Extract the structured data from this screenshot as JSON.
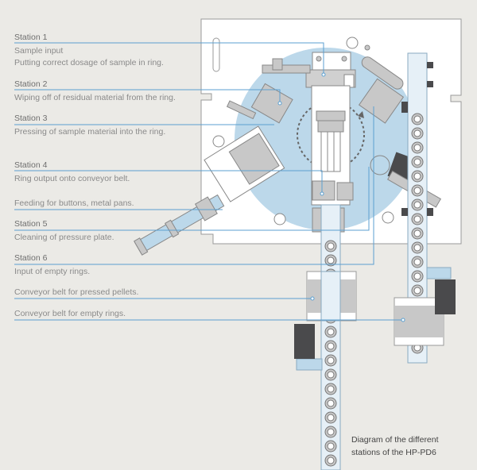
{
  "labels": {
    "station1_title": "Station 1",
    "station1_line1": "Sample input",
    "station1_line2": "Putting correct dosage of sample in ring.",
    "station2_title": "Station 2",
    "station2_line1": "Wiping off of residual material from the ring.",
    "station3_title": "Station 3",
    "station3_line1": "Pressing of sample material into the ring.",
    "station4_title": "Station 4",
    "station4_line1": "Ring output onto conveyor belt.",
    "feeding": "Feeding for buttons, metal pans.",
    "station5_title": "Station 5",
    "station5_line1": "Cleaning of pressure plate.",
    "station6_title": "Station 6",
    "station6_line1": "Input of empty rings.",
    "conveyor_pressed": "Conveyor belt for pressed pellets.",
    "conveyor_empty": "Conveyor belt for empty rings."
  },
  "caption": {
    "line1": "Diagram of the different",
    "line2": "stations of the HP-PD6"
  },
  "colors": {
    "background": "#ebeae6",
    "leader_line": "#5b9fd0",
    "rotor": "#bcd8ea",
    "part_gray": "#c8c8c8",
    "dark_motor": "#4a4a4c"
  }
}
